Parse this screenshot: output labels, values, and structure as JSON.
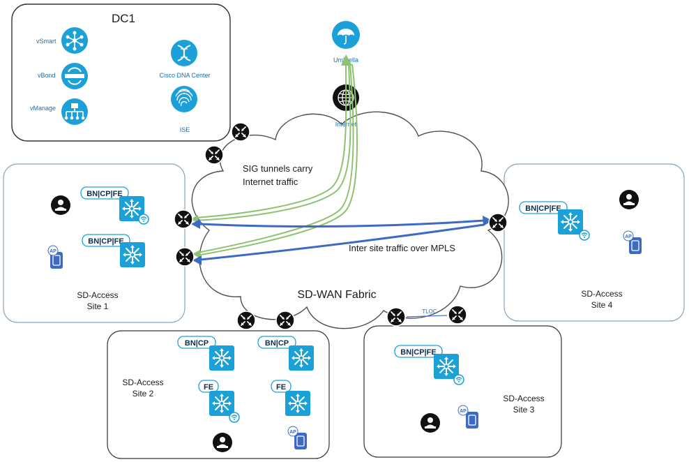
{
  "dc1": {
    "title": "DC1",
    "vsmart": "vSmart",
    "vbond": "vBond",
    "vmanage": "vManage",
    "dnac": "Cisco DNA Center",
    "ise": "ISE"
  },
  "cloud": {
    "umbrella": "Umbrella",
    "internet": "Internet",
    "sig_line1": "SIG tunnels carry",
    "sig_line2": "Internet traffic",
    "intersite": "Inter site traffic over MPLS",
    "fabric": "SD-WAN Fabric",
    "tloc": "TLOC"
  },
  "site1": {
    "line1": "SD-Access",
    "line2": "Site 1",
    "tag_top": "BN|CP|FE",
    "tag_bottom": "BN|CP|FE",
    "ap": "AP"
  },
  "site2": {
    "line1": "SD-Access",
    "line2": "Site 2",
    "tag_a": "BN|CP",
    "tag_b": "BN|CP",
    "tag_c": "FE",
    "tag_d": "FE",
    "ap": "AP"
  },
  "site3": {
    "line1": "SD-Access",
    "line2": "Site 3",
    "tag": "BN|CP|FE",
    "ap": "AP"
  },
  "site4": {
    "line1": "SD-Access",
    "line2": "Site 4",
    "tag": "BN|CP|FE",
    "ap": "AP"
  },
  "colors": {
    "cisco_blue": "#1ba0d7",
    "tunnel_green": "#8dc26f",
    "mpls_blue": "#3d6bc4"
  },
  "icons": {
    "router": "router-icon",
    "switch": "fabric-switch-icon",
    "user": "user-icon",
    "ap": "access-point-icon",
    "umbrella": "umbrella-icon",
    "internet": "globe-icon"
  }
}
